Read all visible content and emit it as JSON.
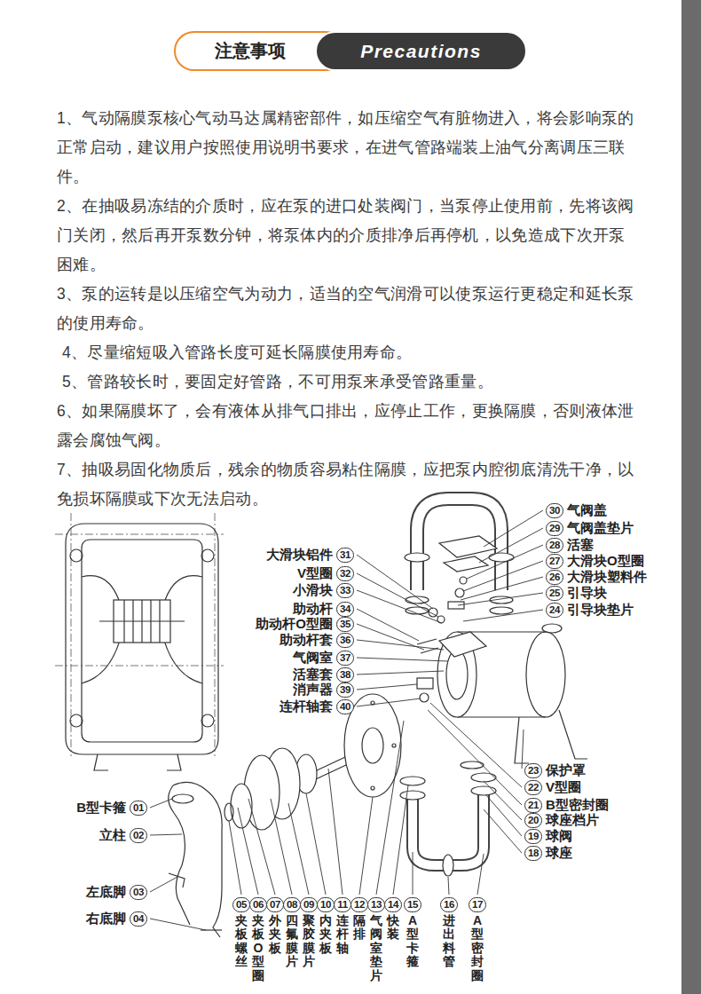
{
  "diagram": {
    "nodes": [
      {
        "text": [
          "注意事项"
        ]
      },
      {
        "text": [
          "Precautions"
        ]
      },
      {
        "text": [
          "30",
          "气阀盖"
        ]
      },
      {
        "text": [
          "29",
          "气阀盖垫片"
        ]
      },
      {
        "text": [
          "28",
          "活塞"
        ]
      },
      {
        "text": [
          "27",
          "大滑块O型圈"
        ]
      },
      {
        "text": [
          "26",
          "大滑块塑料件"
        ]
      },
      {
        "text": [
          "25",
          "引导块"
        ]
      },
      {
        "text": [
          "24",
          "引导块垫片"
        ]
      },
      {
        "text": [
          "大滑块铝件",
          "31"
        ]
      },
      {
        "text": [
          "V型圈",
          "32"
        ]
      },
      {
        "text": [
          "小滑块",
          "33"
        ]
      },
      {
        "text": [
          "助动杆",
          "34"
        ]
      },
      {
        "text": [
          "助动杆O型圈",
          "35"
        ]
      },
      {
        "text": [
          "助动杆套",
          "36"
        ]
      },
      {
        "text": [
          "气阀室",
          "37"
        ]
      },
      {
        "text": [
          "活塞套",
          "38"
        ]
      },
      {
        "text": [
          "消声器",
          "39"
        ]
      },
      {
        "text": [
          "连杆轴套",
          "40"
        ]
      },
      {
        "text": [
          "23",
          "保护罩"
        ]
      },
      {
        "text": [
          "22",
          "V型圈"
        ]
      },
      {
        "text": [
          "21",
          "B型密封圈"
        ]
      },
      {
        "text": [
          "20",
          "球座档片"
        ]
      },
      {
        "text": [
          "19",
          "球阀"
        ]
      },
      {
        "text": [
          "18",
          "球座"
        ]
      },
      {
        "text": [
          "B型卡箍",
          "01"
        ]
      },
      {
        "text": [
          "立柱",
          "02"
        ]
      },
      {
        "text": [
          "左底脚",
          "03"
        ]
      },
      {
        "text": [
          "右底脚",
          "04"
        ]
      },
      {
        "text": [
          "05",
          "夹板螺丝"
        ]
      },
      {
        "text": [
          "06",
          "夹板O型圈"
        ]
      },
      {
        "text": [
          "07",
          "外夹板"
        ]
      },
      {
        "text": [
          "08",
          "四氟膜片"
        ]
      },
      {
        "text": [
          "09",
          "聚胶膜片"
        ]
      },
      {
        "text": [
          "10",
          "内夹板"
        ]
      },
      {
        "text": [
          "11",
          "连杆轴"
        ]
      },
      {
        "text": [
          "12",
          "隔排"
        ]
      },
      {
        "text": [
          "13",
          "气阀室垫片"
        ]
      },
      {
        "text": [
          "14",
          "快装"
        ]
      },
      {
        "text": [
          "15",
          "A型卡箍"
        ]
      },
      {
        "text": [
          "16",
          "进出料管"
        ]
      },
      {
        "text": [
          "17",
          "A型密封圈"
        ]
      }
    ],
    "labels": [
      "1、气动隔膜泵核心气动马达属精密部件，如压缩空气有脏物进入，将会影响泵的正常启动，建议用户按照使用说明书要求，在进气管路端装上油气分离调压三联件。",
      "2、在抽吸易冻结的介质时，应在泵的进口处装阀门，当泵停止使用前，先将该阀门关闭，然后再开泵数分钟，将泵体内的介质排净后再停机，以免造成下次开泵困难。",
      "3、泵的运转是以压缩空气为动力，适当的空气润滑可以使泵运行更稳定和延长泵的使用寿命。",
      "4、尽量缩短吸入管路长度可延长隔膜使用寿命。",
      "5、管路较长时，要固定好管路，不可用泵来承受管路重量。",
      "6、如果隔膜坏了，会有液体从排气口排出，应停止工作，更换隔膜，否则液体泄露会腐蚀气阀。",
      "7、抽吸易固化物质后，残余的物质容易粘住隔膜，应把泵内腔彻底清洗干净，以免损坏隔膜或下次无法启动。"
    ]
  }
}
